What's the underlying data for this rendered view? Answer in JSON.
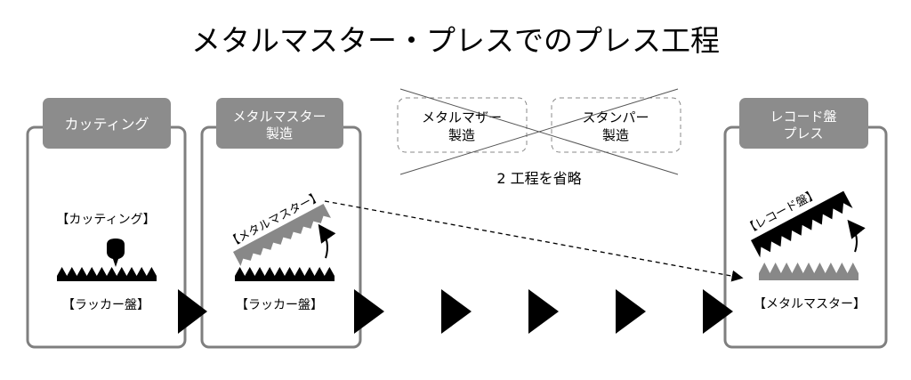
{
  "title": "メタルマスター・プレスでのプレス工程",
  "steps": [
    {
      "header_line1": "カッティング",
      "header_line2": "",
      "label_top": "【カッティング】",
      "label_bottom": "【ラッカー盤】"
    },
    {
      "header_line1": "メタルマスター",
      "header_line2": "製造",
      "label_top": "【メタルマスター】",
      "label_bottom": "【ラッカー盤】"
    },
    {
      "header_line1": "レコード盤",
      "header_line2": "プレス",
      "label_top": "【レコード盤】",
      "label_bottom": "【メタルマスター】"
    }
  ],
  "skipped": [
    {
      "line1": "メタルマザー",
      "line2": "製造"
    },
    {
      "line1": "スタンパー",
      "line2": "製造"
    }
  ],
  "skipped_note": "2 工程を省略",
  "colors": {
    "header": "#8c8c8c",
    "border": "#7f7f7f",
    "metal": "#888888",
    "black": "#000000"
  }
}
